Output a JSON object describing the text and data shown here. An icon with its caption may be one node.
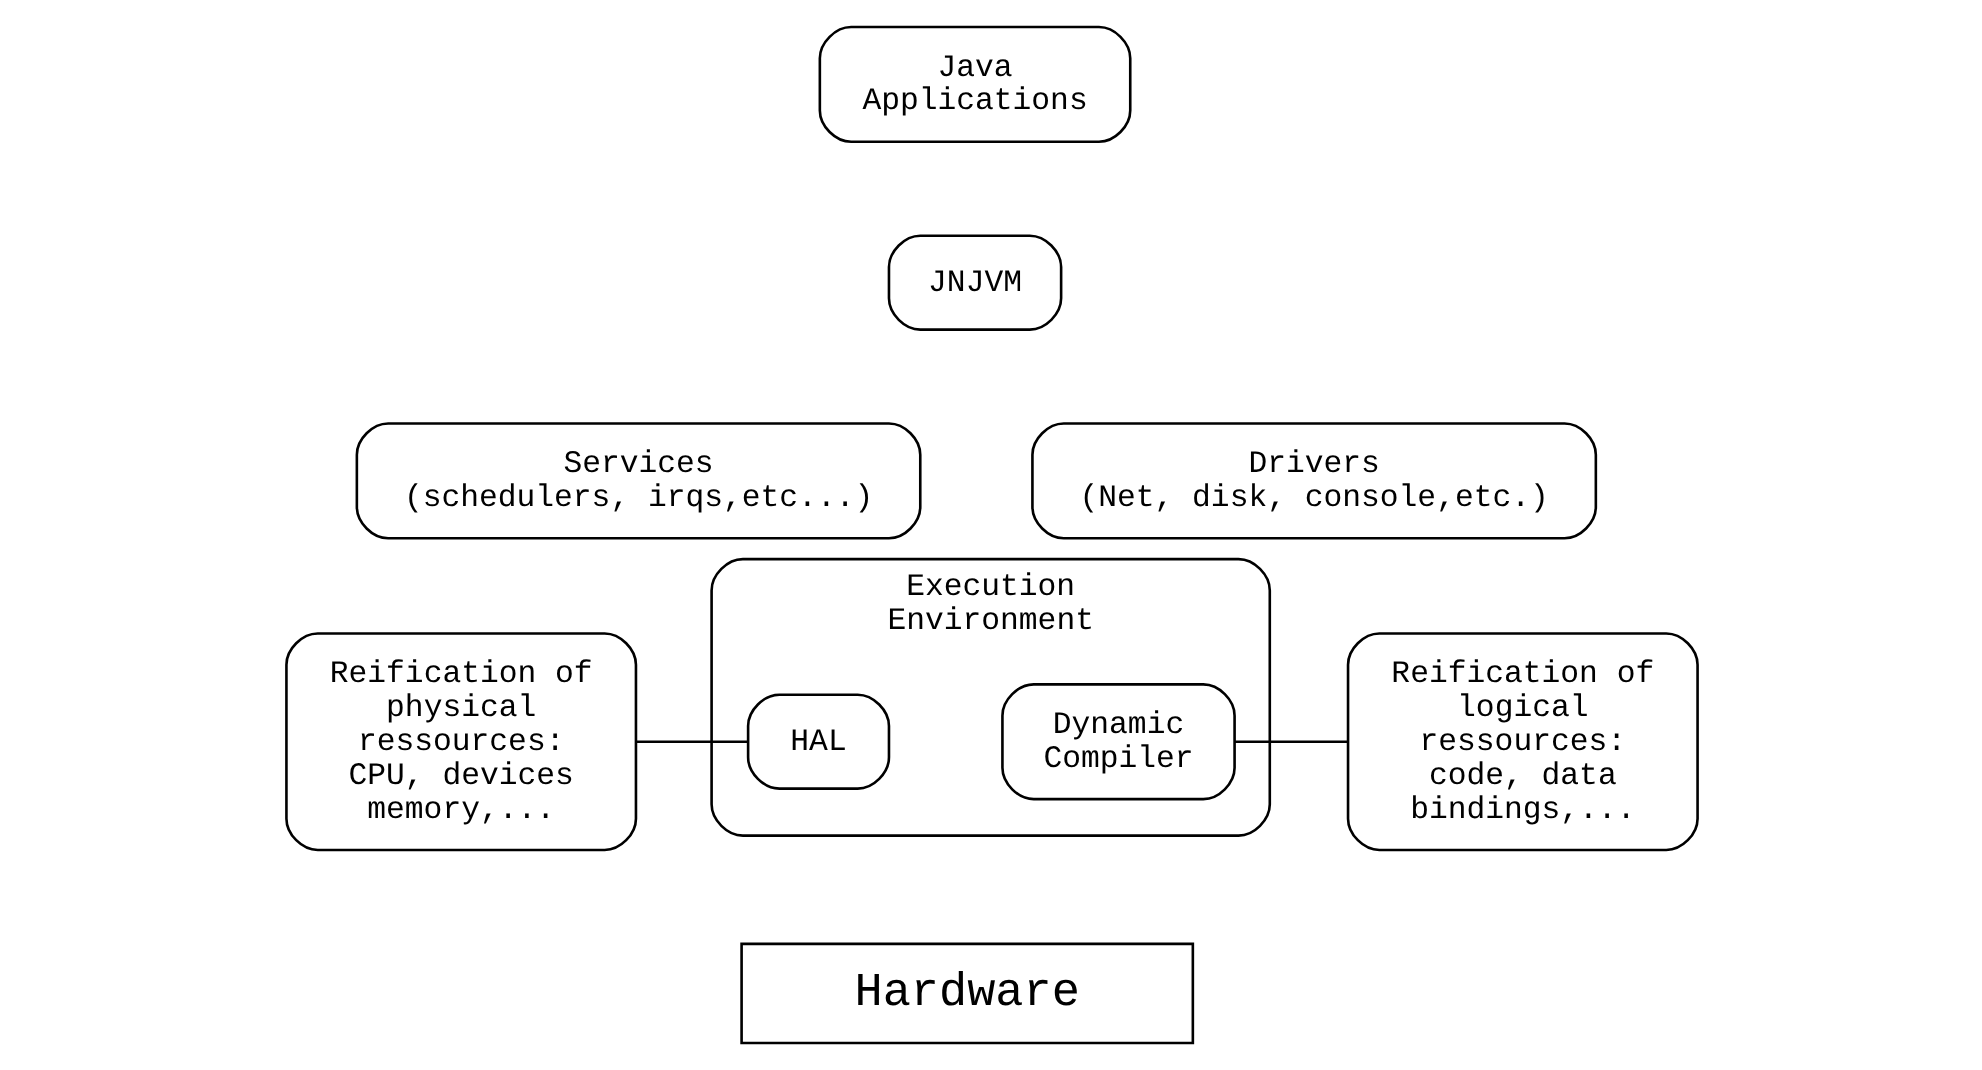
{
  "diagram": {
    "nodes": [
      {
        "text": [
          "Java Applications"
        ]
      },
      {
        "text": [
          "JNJVM"
        ]
      },
      {
        "text": [
          "Services",
          "(schedulers, irqs,etc...)"
        ]
      },
      {
        "text": [
          "Drivers",
          "(Net, disk, console,etc.)"
        ]
      },
      {
        "text": [
          "Execution Environment"
        ]
      },
      {
        "text": [
          "HAL"
        ],
        "in": 4
      },
      {
        "text": [
          "Dynamic Compiler"
        ],
        "in": 4
      },
      {
        "text": [
          "Reification of physical ressources: CPU, devices memory,..."
        ]
      },
      {
        "text": [
          "Reification of logical ressources: code, data bindings,..."
        ]
      },
      {
        "text": [
          "Hardware"
        ]
      }
    ],
    "edges": [
      {
        "from": 7,
        "to": 5,
        "arrow": "none"
      },
      {
        "from": 6,
        "to": 8,
        "arrow": "none"
      }
    ]
  }
}
